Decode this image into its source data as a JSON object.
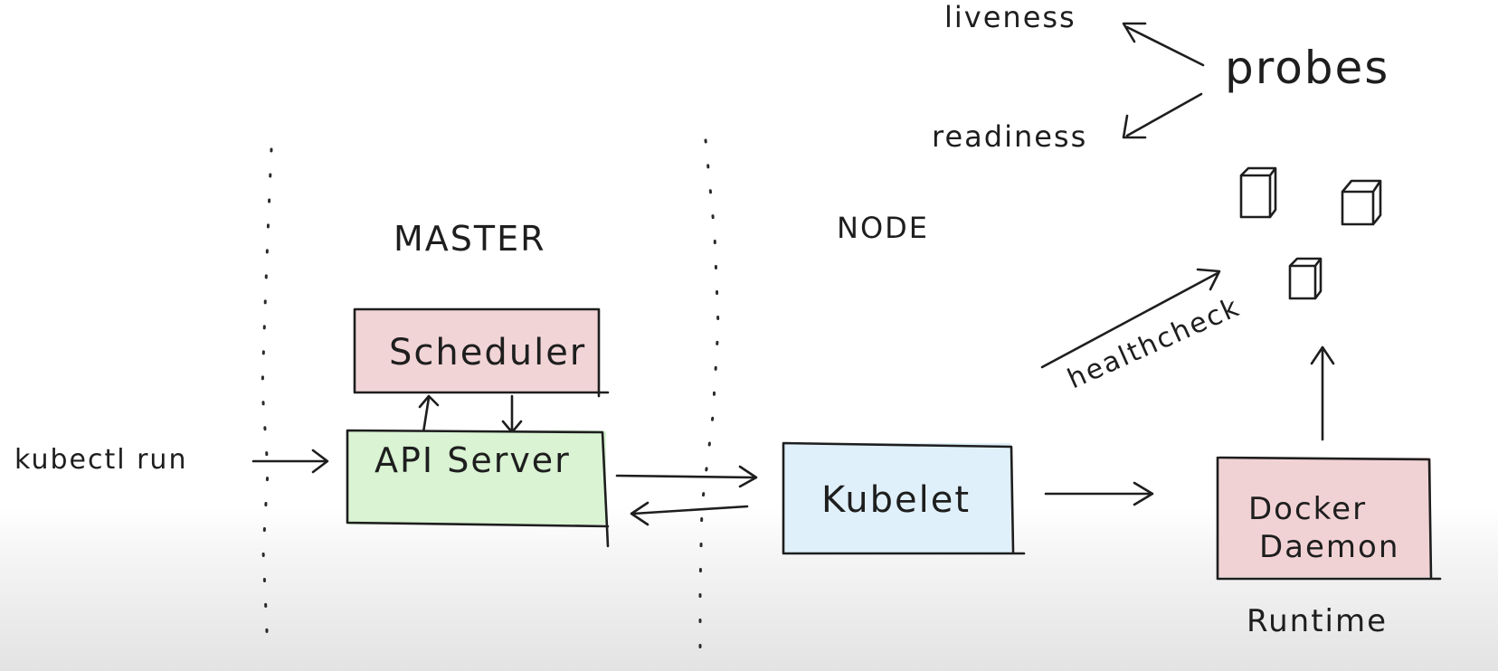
{
  "diagram": {
    "sections": {
      "master": "MASTER",
      "node": "NODE"
    },
    "components": {
      "scheduler": "Scheduler",
      "api_server": "API Server",
      "kubelet": "Kubelet",
      "docker_daemon_line1": "Docker",
      "docker_daemon_line2": "Daemon"
    },
    "labels": {
      "kubectl_run": "kubectl run",
      "runtime": "Runtime",
      "healthcheck": "healthcheck",
      "probes": "probes",
      "liveness": "liveness",
      "readiness": "readiness"
    },
    "colors": {
      "scheduler_fill": "#f1d4d6",
      "api_server_fill": "#d9f3d3",
      "kubelet_fill": "#dff0fa",
      "docker_fill": "#f1d2d4",
      "ink": "#1e1e1e"
    }
  }
}
